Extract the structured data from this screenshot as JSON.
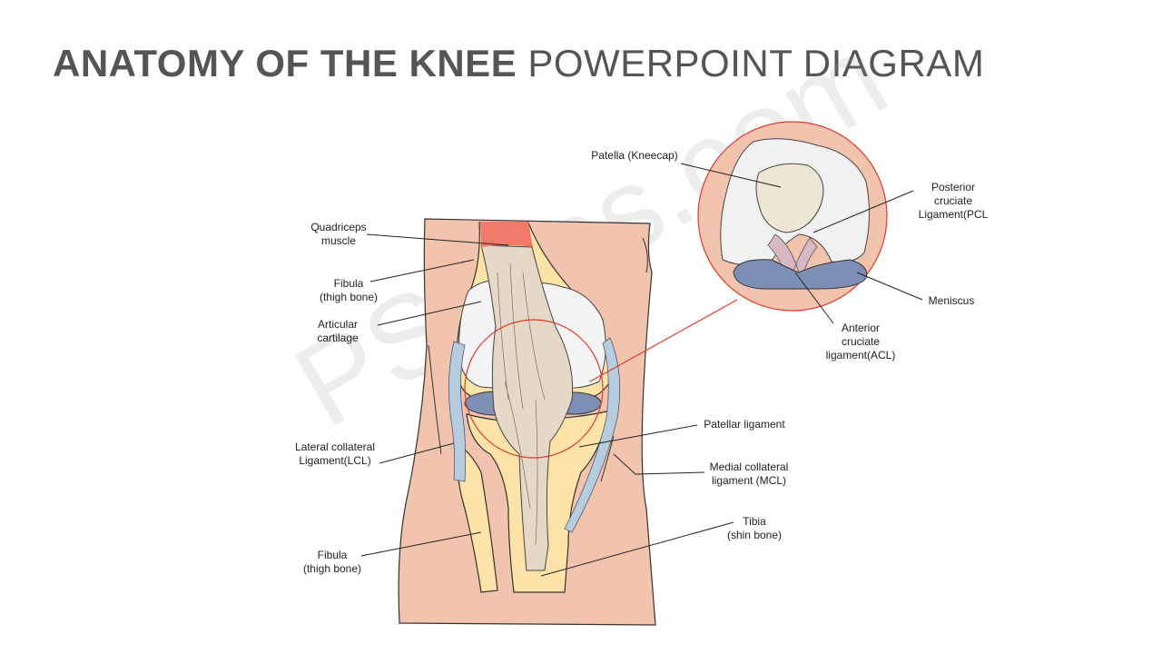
{
  "title": {
    "bold": "ANATOMY OF THE KNEE",
    "regular": "POWERPOINT DIAGRAM"
  },
  "watermark": "PSlides.com",
  "colors": {
    "skin": "#f2c4ae",
    "bone": "#fde3a8",
    "tendon": "#e6d8c6",
    "muscle": "#f27a6a",
    "meniscus": "#7d8fb5",
    "ligament": "#b6cde0",
    "callout": "#e03b2e"
  },
  "labels": {
    "quadriceps": [
      "Quadriceps",
      "muscle"
    ],
    "fibula_top": [
      "Fibula",
      "(thigh bone)"
    ],
    "articular": [
      "Articular",
      "cartilage"
    ],
    "lcl": [
      "Lateral collateral",
      "Ligament(LCL)"
    ],
    "fibula_bottom": [
      "Fibula",
      "(thigh bone)"
    ],
    "patella": [
      "Patella (Kneecap)"
    ],
    "pcl": [
      "Posterior",
      "cruciate",
      "Ligament(PCL"
    ],
    "meniscus": [
      "Meniscus"
    ],
    "acl": [
      "Anterior",
      "cruciate",
      "ligament(ACL)"
    ],
    "patellar_ligament": [
      "Patellar ligament"
    ],
    "mcl": [
      "Medial collateral",
      "ligament (MCL)"
    ],
    "tibia": [
      "Tibia",
      "(shin bone)"
    ]
  }
}
